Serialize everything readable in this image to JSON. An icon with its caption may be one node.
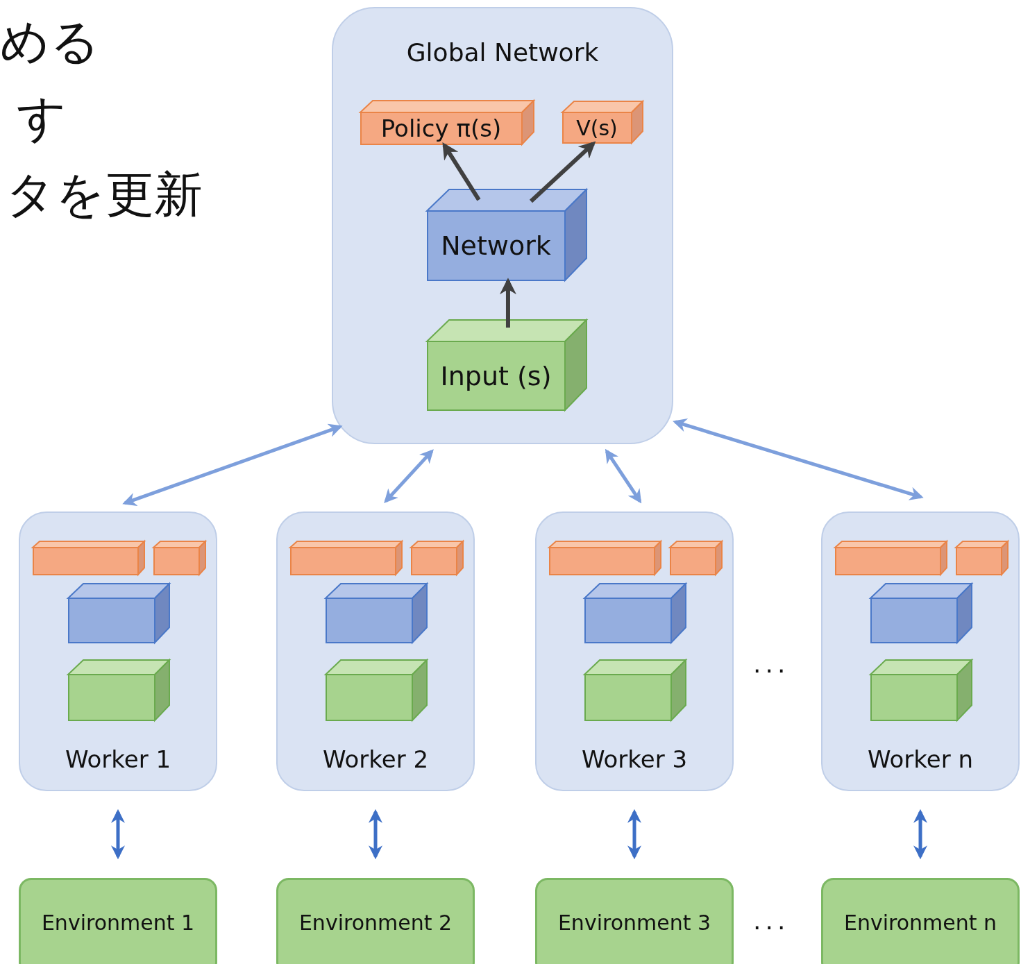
{
  "diagram": {
    "nodes": [
      {
        "text": [
          "Global Network"
        ]
      },
      {
        "text": [
          "Policy π(s)"
        ],
        "in": 0
      },
      {
        "text": [
          "V(s)"
        ],
        "in": 0
      },
      {
        "text": [
          "Network"
        ],
        "in": 0
      },
      {
        "text": [
          "Input (s)"
        ],
        "in": 0
      },
      {
        "text": [
          "Worker 1"
        ]
      },
      {
        "text": [],
        "shape": "box",
        "in": 5
      },
      {
        "text": [],
        "shape": "box",
        "in": 5
      },
      {
        "text": [],
        "shape": "box",
        "in": 5
      },
      {
        "text": [],
        "shape": "box",
        "in": 5
      },
      {
        "text": [
          "Worker 2"
        ]
      },
      {
        "text": [],
        "shape": "box",
        "in": 10
      },
      {
        "text": [],
        "shape": "box",
        "in": 10
      },
      {
        "text": [],
        "shape": "box",
        "in": 10
      },
      {
        "text": [],
        "shape": "box",
        "in": 10
      },
      {
        "text": [
          "Worker 3"
        ]
      },
      {
        "text": [],
        "shape": "box",
        "in": 15
      },
      {
        "text": [],
        "shape": "box",
        "in": 15
      },
      {
        "text": [],
        "shape": "box",
        "in": 15
      },
      {
        "text": [],
        "shape": "box",
        "in": 15
      },
      {
        "text": [
          "Worker n"
        ]
      },
      {
        "text": [],
        "shape": "box",
        "in": 20
      },
      {
        "text": [],
        "shape": "box",
        "in": 20
      },
      {
        "text": [],
        "shape": "box",
        "in": 20
      },
      {
        "text": [],
        "shape": "box",
        "in": 20
      },
      {
        "text": [
          "Environment 1"
        ]
      },
      {
        "text": [
          "Environment 2"
        ]
      },
      {
        "text": [
          "Environment 3"
        ]
      },
      {
        "text": [
          "Environment n"
        ]
      }
    ],
    "edges": [
      {
        "from": 3,
        "to": 1,
        "arrow": "to",
        "color": "#404040"
      },
      {
        "from": 3,
        "to": 2,
        "arrow": "to",
        "color": "#404040"
      },
      {
        "from": 4,
        "to": 3,
        "arrow": "to",
        "color": "#404040"
      },
      {
        "from": 0,
        "to": 5,
        "arrow": "both",
        "color": "#7d9fdc"
      },
      {
        "from": 0,
        "to": 10,
        "arrow": "both",
        "color": "#7d9fdc"
      },
      {
        "from": 0,
        "to": 15,
        "arrow": "both",
        "color": "#7d9fdc"
      },
      {
        "from": 0,
        "to": 20,
        "arrow": "both",
        "color": "#7d9fdc"
      },
      {
        "from": 5,
        "to": 25,
        "arrow": "both",
        "color": "#3d6fc6"
      },
      {
        "from": 10,
        "to": 26,
        "arrow": "both",
        "color": "#3d6fc6"
      },
      {
        "from": 15,
        "to": 27,
        "arrow": "both",
        "color": "#3d6fc6"
      },
      {
        "from": 20,
        "to": 28,
        "arrow": "both",
        "color": "#3d6fc6"
      }
    ],
    "labels": [
      "める",
      "す",
      "タを更新",
      "...",
      "..."
    ]
  }
}
